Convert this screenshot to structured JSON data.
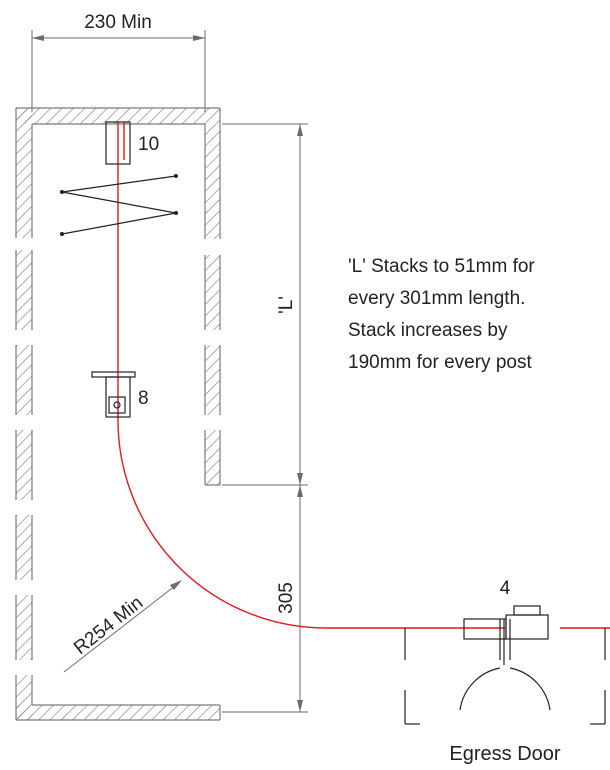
{
  "labels": {
    "width_dim": "230 Min",
    "stack_dim": "'L'",
    "gap_dim": "305",
    "radius_dim": "R254 Min",
    "item_10": "10",
    "item_8": "8",
    "item_4": "4",
    "door": "Egress Door"
  },
  "note_lines": [
    "'L' Stacks to 51mm for",
    "every 301mm length.",
    "Stack increases by",
    "190mm for every post"
  ],
  "colors": {
    "track": "#e0191e",
    "wall": "#7a7a7a",
    "dimension": "#6b6b6b"
  }
}
